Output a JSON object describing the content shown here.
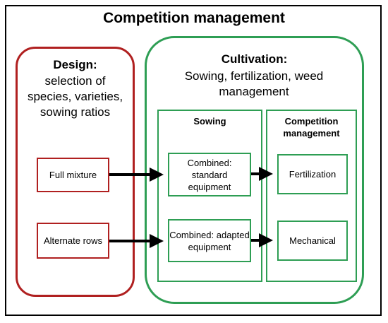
{
  "title": "Competition management",
  "design": {
    "heading": "Design:",
    "text": "selection of species, varieties, sowing ratios",
    "items": [
      "Full mixture",
      "Alternate rows"
    ]
  },
  "cultivation": {
    "heading": "Cultivation:",
    "text": "Sowing, fertilization, weed management",
    "sowing": {
      "heading": "Sowing",
      "items": [
        "Combined: standard equipment",
        "Combined: adapted equipment"
      ]
    },
    "competition": {
      "heading": "Competition management",
      "items": [
        "Fertilization",
        "Mechanical"
      ]
    }
  },
  "colors": {
    "design": "#b02020",
    "cultivation": "#2e9e54",
    "arrow": "#000000"
  }
}
